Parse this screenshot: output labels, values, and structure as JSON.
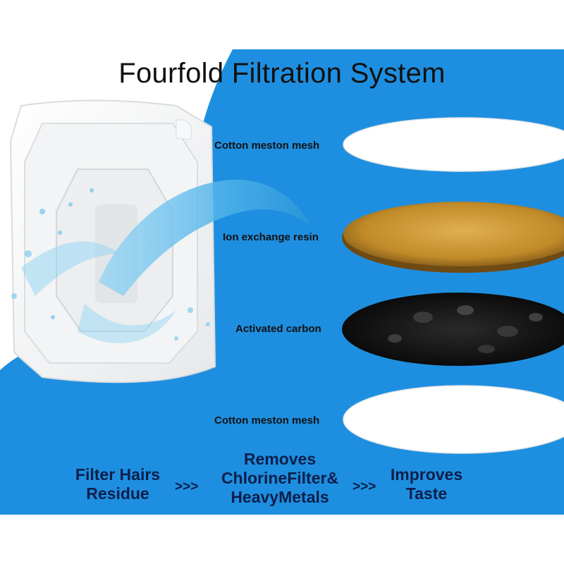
{
  "title": "Fourfold Filtration System",
  "layers": [
    {
      "label": "Cotton meston mesh",
      "material": "white-mesh-disc"
    },
    {
      "label": "Ion exchange resin",
      "material": "amber-resin-disc"
    },
    {
      "label": "Activated carbon",
      "material": "black-carbon-disc"
    },
    {
      "label": "Cotton meston mesh",
      "material": "white-mesh-disc"
    }
  ],
  "benefits": {
    "first": {
      "line1": "Filter Hairs",
      "line2": "Residue"
    },
    "second": {
      "line1": "Removes",
      "line2": "ChlorineFilter&",
      "line3": "HeavyMetals"
    },
    "third": {
      "line1": "Improves",
      "line2": "Taste"
    },
    "arrow": ">>>"
  },
  "colors": {
    "background_blue": "#1e8fe0",
    "resin": "#c8942e",
    "carbon": "#141414",
    "mesh": "#ffffff",
    "benefit_text": "#0d1f4a"
  }
}
